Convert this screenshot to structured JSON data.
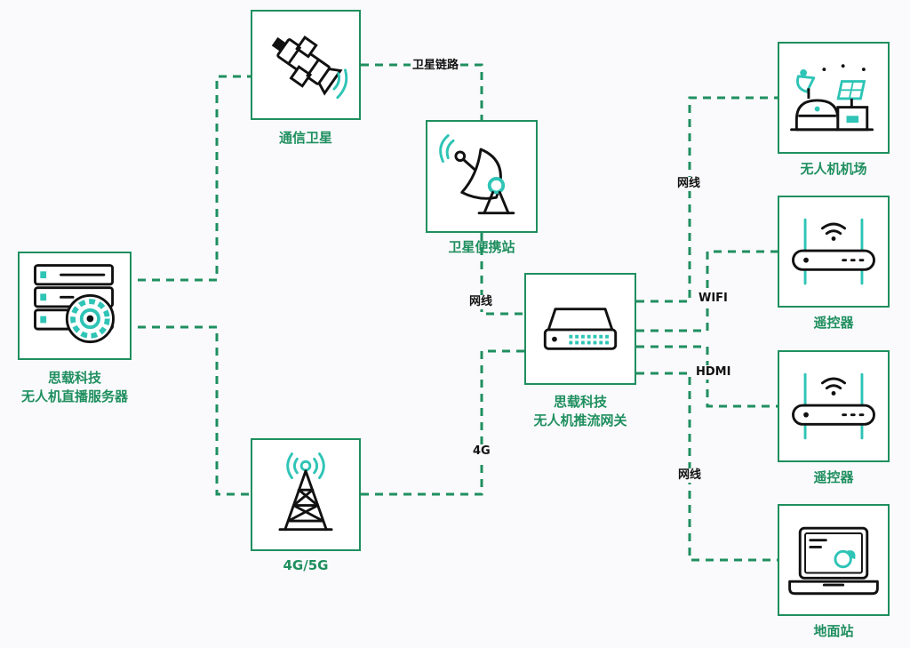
{
  "colors": {
    "accent": "#1f8f5f",
    "icon_teal": "#2ec4b6",
    "icon_stroke": "#111111",
    "background": "#fafafc"
  },
  "nodes": {
    "server": {
      "line1": "思载科技",
      "line2": "无人机直播服务器",
      "icon": "server-gear-icon"
    },
    "satellite": {
      "label": "通信卫星",
      "icon": "satellite-icon"
    },
    "sat_station": {
      "label": "卫星便携站",
      "icon": "satellite-dish-icon"
    },
    "tower": {
      "label": "4G/5G",
      "icon": "cell-tower-icon"
    },
    "gateway": {
      "line1": "思载科技",
      "line2": "无人机推流网关",
      "icon": "gateway-icon"
    },
    "airport": {
      "label": "无人机机场",
      "icon": "drone-airport-icon"
    },
    "rc1": {
      "label": "遥控器",
      "icon": "router-icon"
    },
    "rc2": {
      "label": "遥控器",
      "icon": "router-icon"
    },
    "ground": {
      "label": "地面站",
      "icon": "laptop-icon"
    }
  },
  "links": {
    "sat_link": "卫星链路",
    "lan1": "网线",
    "g4": "4G",
    "lan2": "网线",
    "wifi": "WIFI",
    "hdmi": "HDMI",
    "lan3": "网线"
  }
}
